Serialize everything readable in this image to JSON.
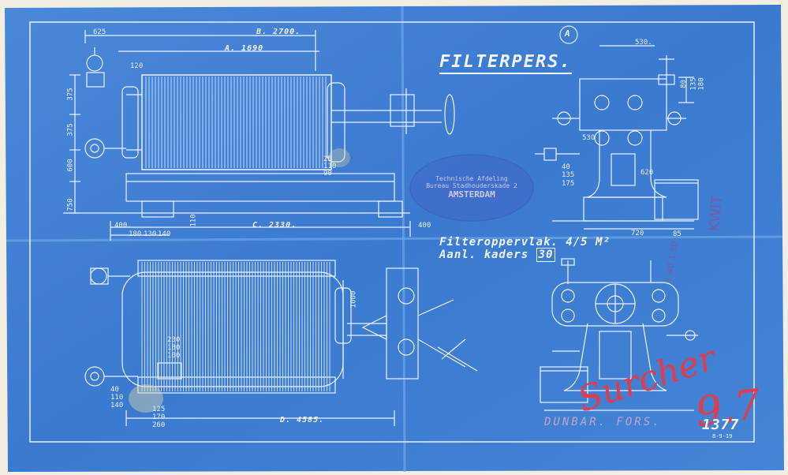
{
  "drawing": {
    "title": "FILTERPERS.",
    "filter_area_label": "Filteroppervlak.",
    "filter_area_value": "4/5",
    "filter_area_unit": "M²",
    "frames_label": "Aanl. kaders",
    "frames_value": "30",
    "circled_mark": "A"
  },
  "stamp": {
    "line1": "Technische Afdeling",
    "line2": "Bureau Stadhouderskade 2",
    "line3": "AMSTERDAM"
  },
  "dimensions": {
    "top_view": {
      "d_625": "625",
      "b_label": "B. 2700.",
      "a_label": "A. 1690",
      "d_120": "120",
      "d_375a": "375",
      "d_375b": "375",
      "d_600": "600",
      "d_750": "750",
      "d_25": "25",
      "d_110": "110",
      "d_90": "90",
      "d_110b": "110",
      "c_label": "C. 2330.",
      "d_400a": "400.",
      "d_180": "180",
      "d_130": "130",
      "d_140": "140",
      "d_400b": "400"
    },
    "side_view": {
      "d_530a": "530.",
      "d_80": "80",
      "d_135": "135",
      "d_180": "180",
      "d_530b": "530",
      "d_40": "40",
      "d_135b": "135",
      "d_175": "175",
      "d_620": "620",
      "d_720": "720",
      "d_85": "85"
    },
    "bottom_view": {
      "d_230": "230",
      "d_180": "180",
      "d_100": "100",
      "d_1000": "1000",
      "d_40": "40",
      "d_110": "110",
      "d_140": "140",
      "d_125": "125",
      "d_170": "170",
      "d_260": "260",
      "d_label": "D. 4585."
    }
  },
  "annotations": {
    "red_signature": "Surcher",
    "red_number": "9.7",
    "faded_red_text": "DUNBAR. FORS.",
    "drawing_number": "1377",
    "drawing_date": "8-9-19",
    "purple_text": "KWIT",
    "purple_numbers": "1.40  1.50"
  },
  "colors": {
    "blueprint": "#3a7ad0",
    "blueprint_light": "#5a96e0",
    "line": "#f2f6ff",
    "paper": "#f3eee2",
    "red_ink": "#e23b4a",
    "stamp": "#4467c8"
  }
}
